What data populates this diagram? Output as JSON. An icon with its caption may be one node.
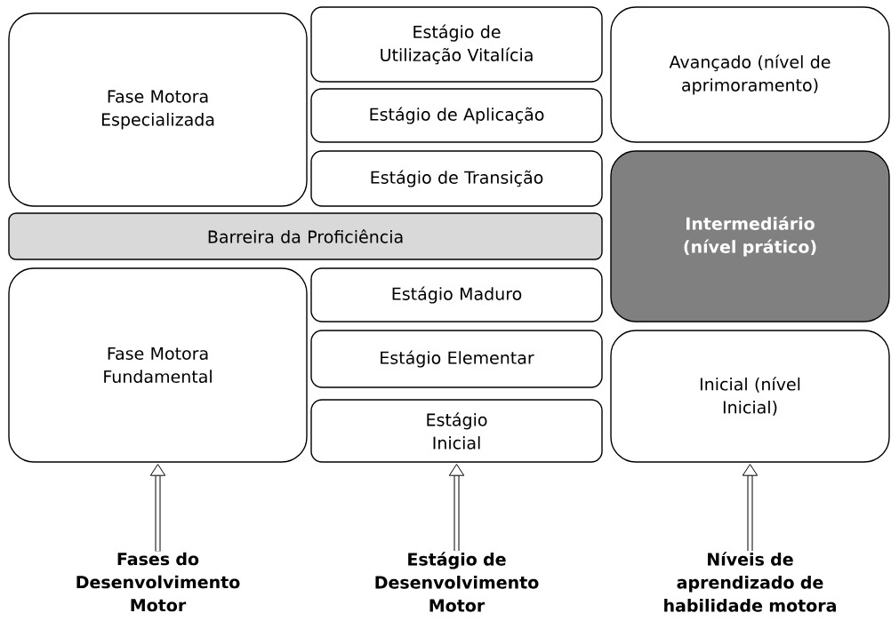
{
  "diagram": {
    "nodes": [
      {
        "text": [
          "Fase Motora Especializada"
        ]
      },
      {
        "text": [
          "Estágio de Utilização Vitalícia"
        ]
      },
      {
        "text": [
          "Avançado (nível de aprimoramento)"
        ]
      },
      {
        "text": [
          "Estágio de Aplicação"
        ]
      },
      {
        "text": [
          "Estágio de Transição"
        ]
      },
      {
        "text": [
          "Intermediário (nível prático)"
        ]
      },
      {
        "text": [
          "Barreira da Proficiência"
        ]
      },
      {
        "text": [
          "Fase Motora Fundamental"
        ]
      },
      {
        "text": [
          "Estágio Maduro"
        ]
      },
      {
        "text": [
          "Estágio Elementar"
        ]
      },
      {
        "text": [
          "Inicial (nível Inicial)"
        ]
      },
      {
        "text": [
          "Estágio Inicial"
        ]
      },
      {
        "text": [
          "Fases do Desenvolvimento Motor"
        ]
      },
      {
        "text": [
          "Estágio de Desenvolvimento Motor"
        ]
      },
      {
        "text": [
          "Níveis de aprendizado de habilidade motora"
        ]
      }
    ],
    "edges": [
      {
        "from": 12,
        "to": 7,
        "arrow": "to"
      },
      {
        "from": 13,
        "to": 11,
        "arrow": "to"
      },
      {
        "from": 14,
        "to": 10,
        "arrow": "to"
      }
    ]
  }
}
